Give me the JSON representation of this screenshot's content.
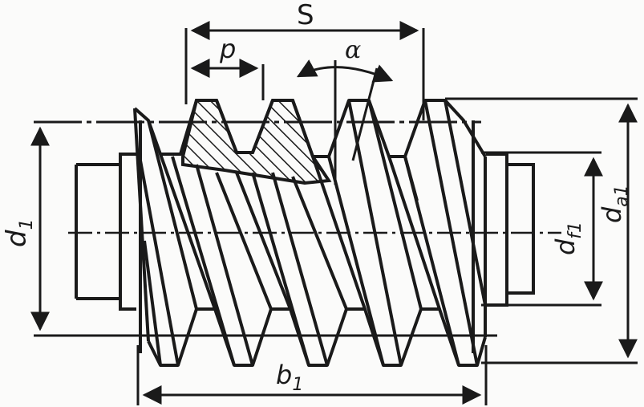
{
  "figure": {
    "labels": {
      "lead": "S",
      "pitch": "p",
      "angle": "α",
      "pitch_diameter": "d",
      "pitch_diameter_sub": "1",
      "root_diameter": "d",
      "root_diameter_sub": "f1",
      "tip_diameter": "d",
      "tip_diameter_sub": "a1",
      "length": "b",
      "length_sub": "1"
    },
    "colors": {
      "ink": "#1a1a1a",
      "paper": "#fbfbfa"
    }
  }
}
